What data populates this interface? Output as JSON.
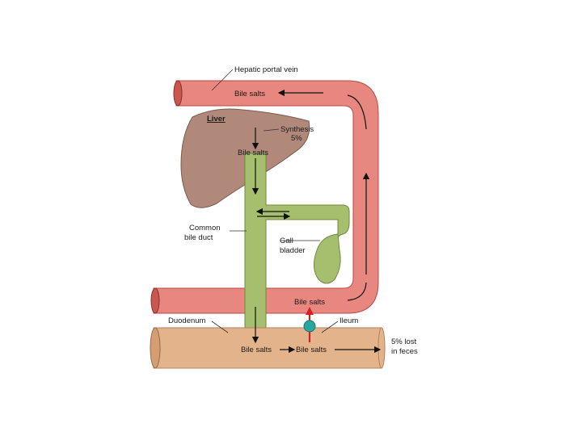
{
  "labels": {
    "hepatic_portal_vein": "Hepatic portal vein",
    "bile_salts_top": "Bile salts",
    "liver": "Liver",
    "synthesis_line1": "Synthesis",
    "synthesis_line2": "5%",
    "bile_salts_liver": "Bile salts",
    "common_bile_duct_line1": "Common",
    "common_bile_duct_line2": "bile duct",
    "gall_bladder_line1": "Gall",
    "gall_bladder_line2": "bladder",
    "bile_salts_ileum": "Bile salts",
    "duodenum": "Duodenum",
    "ileum": "Ileum",
    "bile_salts_intestine_left": "Bile salts",
    "bile_salts_intestine_right": "Bile salts",
    "lost_line1": "5% lost",
    "lost_line2": "in feces"
  },
  "colors": {
    "vein": "#e8877f",
    "vein_dark": "#b84a44",
    "liver": "#b0897a",
    "duct": "#a6bf6e",
    "duct_dark": "#6f8a3a",
    "intestine": "#e3b48c",
    "intestine_dark": "#b0825c",
    "transporter": "#2aa6a0",
    "transport_arrow": "#d42020"
  }
}
